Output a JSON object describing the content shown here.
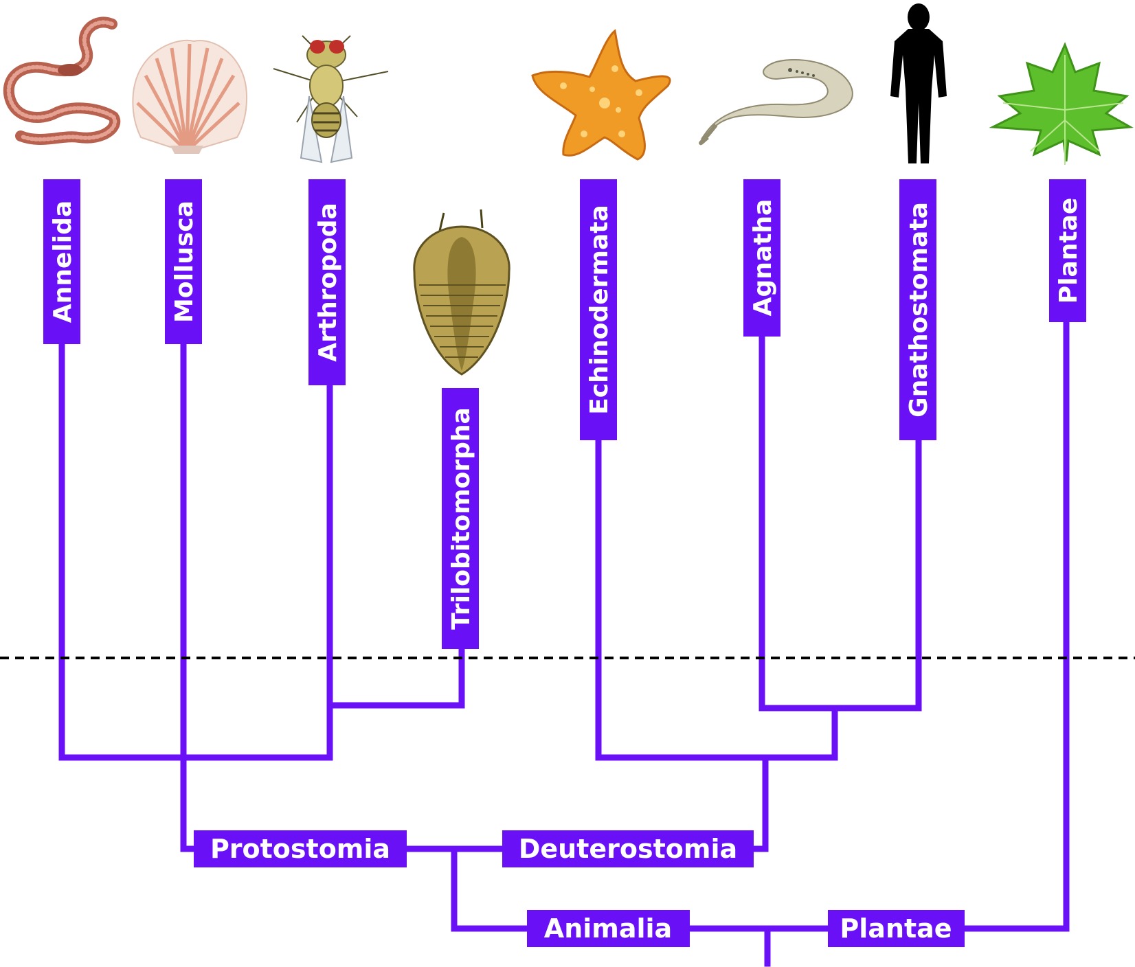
{
  "taxa": {
    "annelida": "Annelida",
    "mollusca": "Mollusca",
    "arthropoda": "Arthropoda",
    "trilobitomorpha": "Trilobitomorpha",
    "echinodermata": "Echinodermata",
    "agnatha": "Agnatha",
    "gnathostomata": "Gnathostomata",
    "plantae_leaf": "Plantae"
  },
  "clades": {
    "protostomia": "Protostomia",
    "deuterostomia": "Deuterostomia",
    "animalia": "Animalia",
    "plantae": "Plantae"
  },
  "icons": [
    "earthworm-icon",
    "scallop-shell-icon",
    "fruit-fly-icon",
    "trilobite-icon",
    "starfish-icon",
    "lamprey-icon",
    "human-silhouette-icon",
    "maple-leaf-icon"
  ],
  "colors": {
    "branch": "#6a10f7",
    "label_text": "#ffffff",
    "divider": "#000000"
  }
}
